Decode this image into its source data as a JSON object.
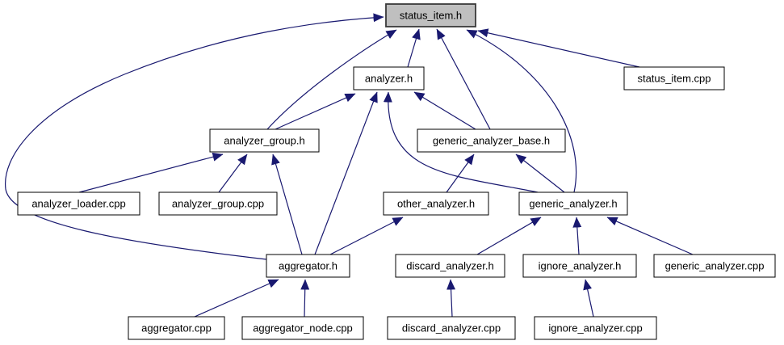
{
  "diagram": {
    "kind": "include-dependency-graph",
    "description": "Files including status_item.h",
    "colors": {
      "background": "#ffffff",
      "edge": "#191970",
      "node_fill": "#ffffff",
      "node_border": "#000000",
      "highlight_fill": "#bfbfbf",
      "highlight_border": "#3a3a3a",
      "text": "#000000"
    },
    "nodes": [
      {
        "id": "status_item_h",
        "label": "status_item.h",
        "highlighted": true
      },
      {
        "id": "analyzer_h",
        "label": "analyzer.h",
        "highlighted": false
      },
      {
        "id": "status_item_cpp",
        "label": "status_item.cpp",
        "highlighted": false
      },
      {
        "id": "analyzer_group_h",
        "label": "analyzer_group.h",
        "highlighted": false
      },
      {
        "id": "generic_analyzer_base_h",
        "label": "generic_analyzer_base.h",
        "highlighted": false
      },
      {
        "id": "analyzer_loader_cpp",
        "label": "analyzer_loader.cpp",
        "highlighted": false
      },
      {
        "id": "analyzer_group_cpp",
        "label": "analyzer_group.cpp",
        "highlighted": false
      },
      {
        "id": "other_analyzer_h",
        "label": "other_analyzer.h",
        "highlighted": false
      },
      {
        "id": "generic_analyzer_h",
        "label": "generic_analyzer.h",
        "highlighted": false
      },
      {
        "id": "aggregator_h",
        "label": "aggregator.h",
        "highlighted": false
      },
      {
        "id": "discard_analyzer_h",
        "label": "discard_analyzer.h",
        "highlighted": false
      },
      {
        "id": "ignore_analyzer_h",
        "label": "ignore_analyzer.h",
        "highlighted": false
      },
      {
        "id": "generic_analyzer_cpp",
        "label": "generic_analyzer.cpp",
        "highlighted": false
      },
      {
        "id": "aggregator_cpp",
        "label": "aggregator.cpp",
        "highlighted": false
      },
      {
        "id": "aggregator_node_cpp",
        "label": "aggregator_node.cpp",
        "highlighted": false
      },
      {
        "id": "discard_analyzer_cpp",
        "label": "discard_analyzer.cpp",
        "highlighted": false
      },
      {
        "id": "ignore_analyzer_cpp",
        "label": "ignore_analyzer.cpp",
        "highlighted": false
      }
    ],
    "edges": [
      {
        "from": "analyzer_h",
        "to": "status_item_h"
      },
      {
        "from": "analyzer_group_h",
        "to": "status_item_h"
      },
      {
        "from": "generic_analyzer_base_h",
        "to": "status_item_h"
      },
      {
        "from": "generic_analyzer_h",
        "to": "status_item_h"
      },
      {
        "from": "aggregator_h",
        "to": "status_item_h"
      },
      {
        "from": "status_item_cpp",
        "to": "status_item_h"
      },
      {
        "from": "analyzer_group_h",
        "to": "analyzer_h"
      },
      {
        "from": "generic_analyzer_base_h",
        "to": "analyzer_h"
      },
      {
        "from": "aggregator_h",
        "to": "analyzer_h"
      },
      {
        "from": "generic_analyzer_h",
        "to": "analyzer_h"
      },
      {
        "from": "analyzer_loader_cpp",
        "to": "analyzer_group_h"
      },
      {
        "from": "analyzer_group_cpp",
        "to": "analyzer_group_h"
      },
      {
        "from": "aggregator_h",
        "to": "analyzer_group_h"
      },
      {
        "from": "other_analyzer_h",
        "to": "generic_analyzer_base_h"
      },
      {
        "from": "generic_analyzer_h",
        "to": "generic_analyzer_base_h"
      },
      {
        "from": "aggregator_h",
        "to": "other_analyzer_h"
      },
      {
        "from": "discard_analyzer_h",
        "to": "generic_analyzer_h"
      },
      {
        "from": "ignore_analyzer_h",
        "to": "generic_analyzer_h"
      },
      {
        "from": "generic_analyzer_cpp",
        "to": "generic_analyzer_h"
      },
      {
        "from": "aggregator_cpp",
        "to": "aggregator_h"
      },
      {
        "from": "aggregator_node_cpp",
        "to": "aggregator_h"
      },
      {
        "from": "discard_analyzer_cpp",
        "to": "discard_analyzer_h"
      },
      {
        "from": "ignore_analyzer_cpp",
        "to": "ignore_analyzer_h"
      }
    ]
  }
}
